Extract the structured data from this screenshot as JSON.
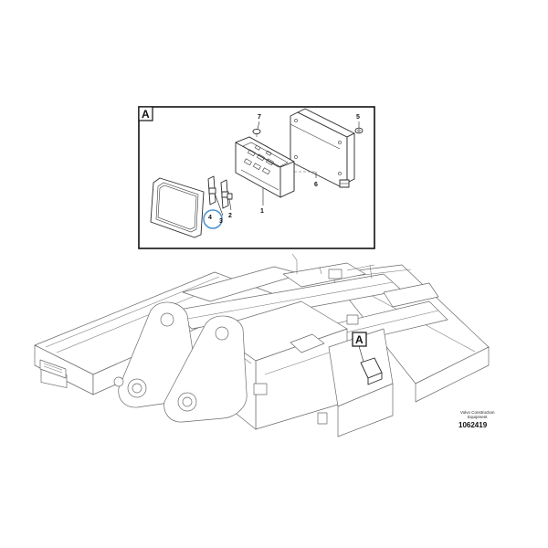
{
  "detail": {
    "letter": "A",
    "callouts": {
      "c1": "1",
      "c2": "2",
      "c3": "3",
      "c4": "4",
      "c5": "5",
      "c6": "6",
      "c7": "7"
    }
  },
  "overview": {
    "detail_marker": "A"
  },
  "footer": {
    "brand_line1": "Volvo Construction",
    "brand_line2": "Equipment",
    "reference": "1062419"
  },
  "colors": {
    "line": "#2a2a2a",
    "frame_line": "#6a6a6a",
    "highlight": "#4a90d0"
  }
}
